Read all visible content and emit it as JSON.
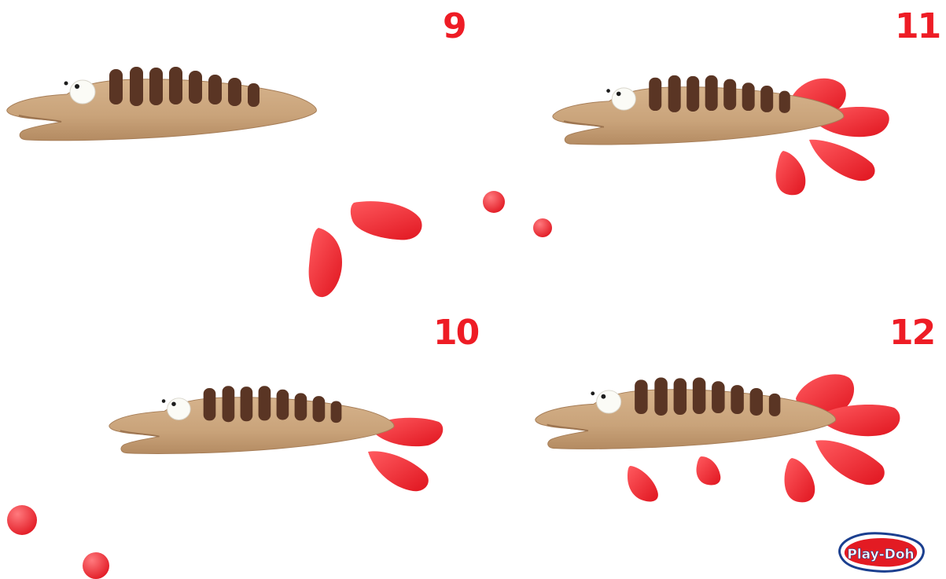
{
  "steps": [
    {
      "number": "9"
    },
    {
      "number": "10"
    },
    {
      "number": "11"
    },
    {
      "number": "12"
    }
  ],
  "brand": {
    "logo_text": "Play-Doh"
  },
  "colors": {
    "background": "#ffffff",
    "body": "#c9a37a",
    "stripes": "#5a3524",
    "fins": "#f0262e",
    "step_number": "#ee1c25"
  }
}
